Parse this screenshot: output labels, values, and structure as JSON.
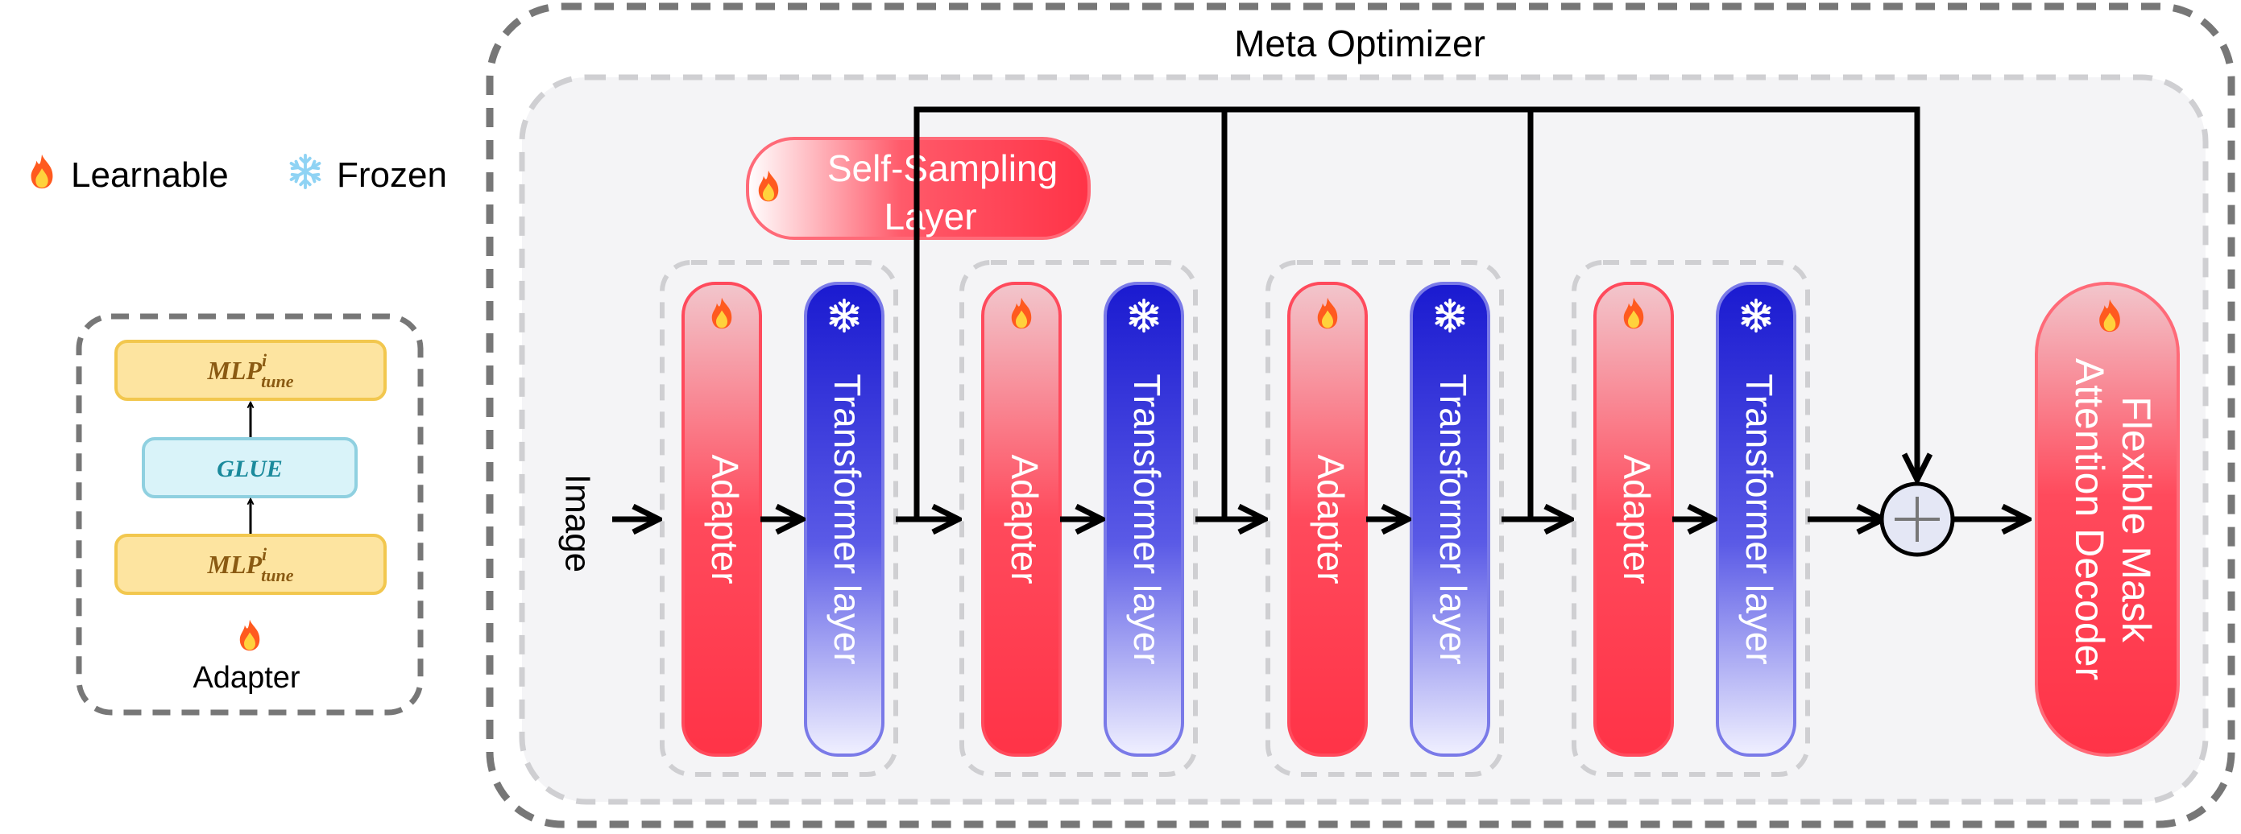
{
  "legend": {
    "learnable_label": "Learnable",
    "frozen_label": "Frozen"
  },
  "adapter_detail": {
    "mlp_top": {
      "base": "MLP",
      "sup": "i",
      "sub": "tune"
    },
    "glue_label": "GLUE",
    "mlp_bottom": {
      "base": "MLP",
      "sup": "i",
      "sub": "tune"
    },
    "caption": "Adapter"
  },
  "main": {
    "title": "Meta Optimizer",
    "input_label": "Image",
    "self_sampling_line1": "Self-Sampling",
    "self_sampling_line2": "Layer",
    "adapter_label": "Adapter",
    "transformer_label": "Transformer layer",
    "decoder_line1": "Flexible Mask",
    "decoder_line2": "Attention Decoder"
  },
  "colors": {
    "learnable_red": "#ff3347",
    "frozen_blue": "#2a2ad6",
    "glue_fill": "#d9f3f9",
    "mlp_fill": "#fde4a0",
    "background_panel": "#f4f4f6"
  }
}
